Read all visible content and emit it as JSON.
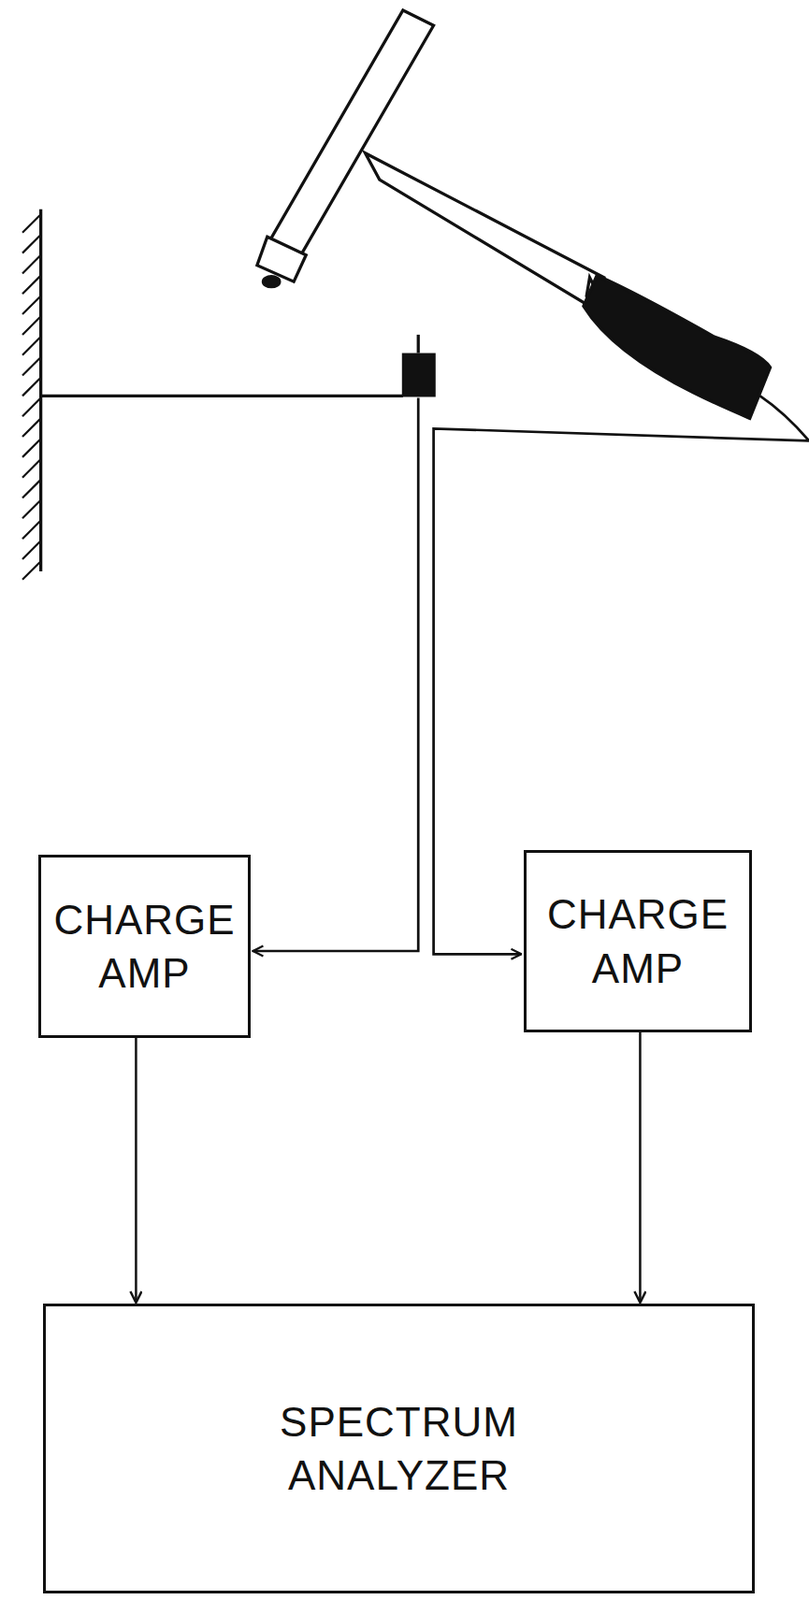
{
  "diagram": {
    "nodes": [
      {
        "text": [
          "CHARGE AMP"
        ]
      },
      {
        "text": [
          "CHARGE AMP"
        ]
      },
      {
        "text": [
          "SPECTRUM ANALYZER"
        ]
      }
    ],
    "edges": [
      {
        "from": 0,
        "to": 2,
        "arrow": "to"
      },
      {
        "from": 1,
        "to": 2,
        "arrow": "to"
      }
    ]
  }
}
